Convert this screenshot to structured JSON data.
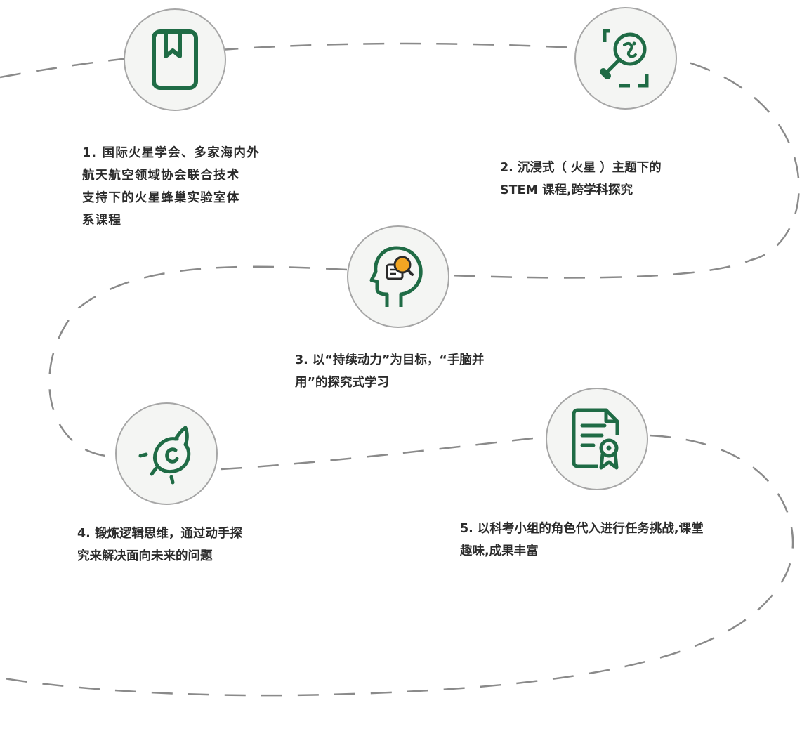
{
  "steps": [
    {
      "text": "1. 国际火星学会、多家海内外\n航天航空领域协会联合技术\n支持下的火星蜂巢实验室体\n系课程",
      "icon": "bookmark-book-icon"
    },
    {
      "text": "2.  沉浸式（  火星  ）主题下的\nSTEM 课程,跨学科探究",
      "icon": "magnifier-search-icon"
    },
    {
      "text": "3. 以“持续动力”为目标，“手脑并\n用”的探究式学习",
      "icon": "head-thinking-icon"
    },
    {
      "text": "4. 锻炼逻辑思维，通过动手探\n究来解决面向未来的问题",
      "icon": "lightbulb-idea-icon"
    },
    {
      "text": "5. 以科考小组的角色代入进行任务挑战,课堂\n趣味,成果丰富",
      "icon": "certificate-document-icon"
    }
  ],
  "colors": {
    "icon_green": "#1f6b45",
    "accent_orange": "#f2a623",
    "circle_fill": "#f4f5f3",
    "circle_border": "#a6a6a6",
    "path_dash": "#8a8a8a",
    "text": "#2b2b2b"
  }
}
